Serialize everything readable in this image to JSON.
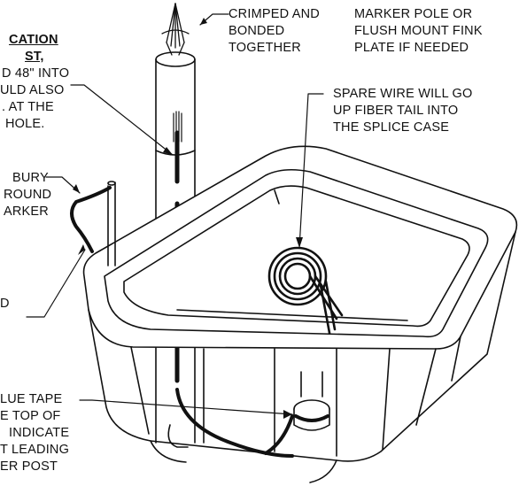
{
  "labels": {
    "crimped": [
      "CRIMPED AND",
      "BONDED",
      "TOGETHER"
    ],
    "marker_pole": [
      "MARKER POLE OR",
      "FLUSH MOUNT FINK",
      "PLATE IF NEEDED"
    ],
    "spare_wire": [
      "SPARE WIRE WILL GO",
      "UP FIBER TAIL INTO",
      "THE SPLICE CASE"
    ],
    "location_post": [
      "CATION",
      "ST,",
      "D 48\" INTO",
      "ULD ALSO",
      ". AT THE",
      "HOLE."
    ],
    "bury": [
      "BURY",
      "ROUND",
      "ARKER"
    ],
    "partial_d": "D",
    "blue_tape": [
      "LUE TAPE",
      "E TOP OF",
      "INDICATE",
      "T LEADING",
      "ER POST"
    ]
  }
}
